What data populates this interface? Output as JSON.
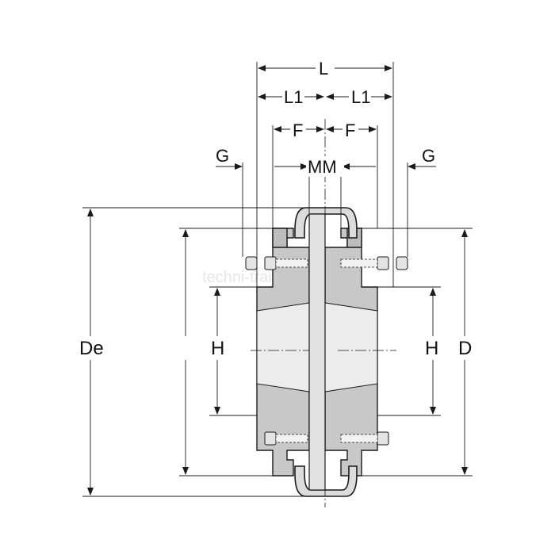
{
  "diagram": {
    "watermark": "techni-training.ru",
    "labels": {
      "L": "L",
      "L1_left": "L1",
      "L1_right": "L1",
      "F_left": "F",
      "F_right": "F",
      "MM": "MM",
      "G_left": "G",
      "G_right": "G",
      "De": "De",
      "D": "D",
      "H_left": "H",
      "H_right": "H"
    },
    "colors": {
      "hub_fill": "#c8c8c8",
      "flange_fill": "#bdbdbd",
      "sleeve_fill": "#dcdcdc",
      "bolt_fill": "#e4e4e4",
      "line": "#1a1a1a"
    }
  }
}
